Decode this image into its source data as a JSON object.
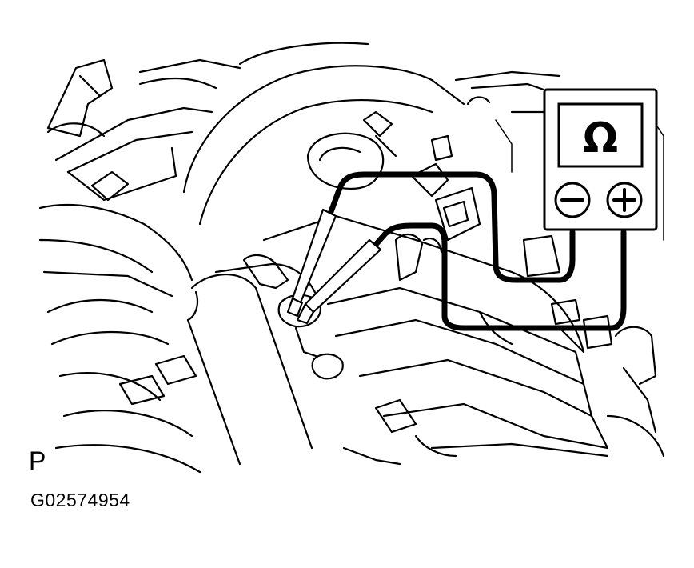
{
  "figure": {
    "view_label": "P",
    "code": "G02574954"
  },
  "meter": {
    "unit_symbol": "Ω",
    "terminals": [
      "−",
      "+"
    ]
  },
  "icons": {
    "meter": "ohmmeter-icon",
    "minus": "minus-terminal-icon",
    "plus": "plus-terminal-icon"
  }
}
